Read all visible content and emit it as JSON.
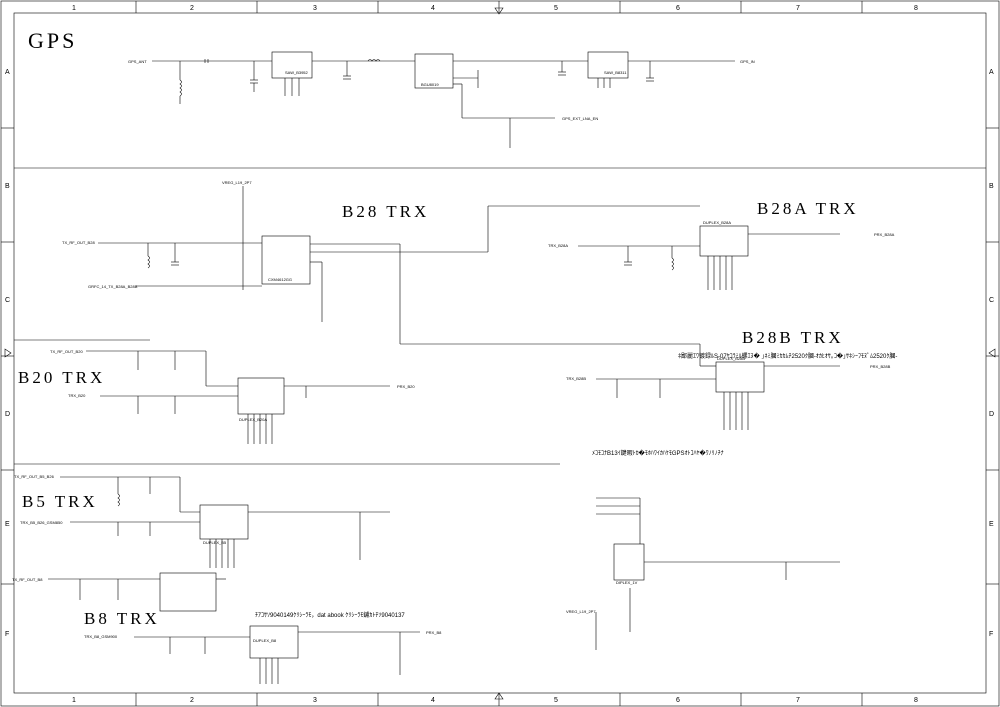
{
  "frame": {
    "columns": [
      "1",
      "2",
      "3",
      "4",
      "5",
      "6",
      "7",
      "8"
    ],
    "rows": [
      "A",
      "B",
      "C",
      "D",
      "E",
      "F"
    ]
  },
  "sections": {
    "gps": "GPS",
    "b28": "B28 TRX",
    "b28a": "B28A TRX",
    "b28b": "B28B TRX",
    "b20": "B20 TRX",
    "b5": "B5 TRX",
    "b8": "B8 TRX"
  },
  "nets": {
    "gps_ant": "GPS_ANT",
    "gps_in": "GPS_IN",
    "gps_ext_lna_en": "GPS_EXT_LNA_EN",
    "tx_rf_out_b28": "TX_RF_OUT_B28",
    "grfc_14": "GRFC_14_TX_B28A_B28B",
    "trx_b28a": "TRX_B28A",
    "prx_b28a": "PRX_B28A",
    "trx_b28b": "TRX_B28B",
    "prx_b28b": "PRX_B28B",
    "tx_rf_out_b20": "TX_RF_OUT_B20",
    "trx_b20": "TRX_B20",
    "prx_b20": "PRX_B20",
    "tx_rf_out_b5": "TX_RF_OUT_B5_B26",
    "trx_b5": "TRX_B5_B26_GSM850",
    "tx_rf_out_b8": "TX_RF_OUT_B8",
    "trx_b8": "TRX_B8_GSM900",
    "prx_b8": "PRX_B8",
    "vreg": "VREG_L19_2P7"
  },
  "notes": {
    "b28b_note": "ﾈ鄙麗ｴﾜ镀録ﾙS-07ﾔｺﾗﾐﾙ螺ｴﾇ� ｣ﾈﾐ膕ﾐｶｶﾑﾁ2520ｸ膕-ｵｶﾋｵｻ｡ｺ�｣ｻﾈｼｰﾌﾓﾇﾟﾑ2520ｸ膕-",
    "b13_note": "ﾒｺﾓｺﾅB13ｲ鍵暇ﾄｶ�ﾓﾎﾊﾜｲｶﾊｹﾓGPSｵﾄｺﾊﾔ�ﾜﾉﾘﾉﾁﾅ",
    "b8_note": "ﾁｱｺｻｿ9040149ｹﾘｼｰﾗﾓ，dat abook ｹﾘｼｰﾗﾓ鑢ｶﾄﾁｿ9040137"
  },
  "parts": {
    "gps_filter1": "SAW_B3952",
    "gps_lna": "BGU8019",
    "gps_filter2": "SAW_B8311",
    "b28_switch": "CXM4612GG",
    "b28a_dup": "DUPLEX_B28A",
    "b28b_dup": "DUPLEX_B28B",
    "b20_dup": "DUPLEX_B20A",
    "b5_dup": "DUPLEX_B5",
    "b8_dup": "DUPLEX_B8",
    "diplexer": "DIPLEX_1V"
  }
}
